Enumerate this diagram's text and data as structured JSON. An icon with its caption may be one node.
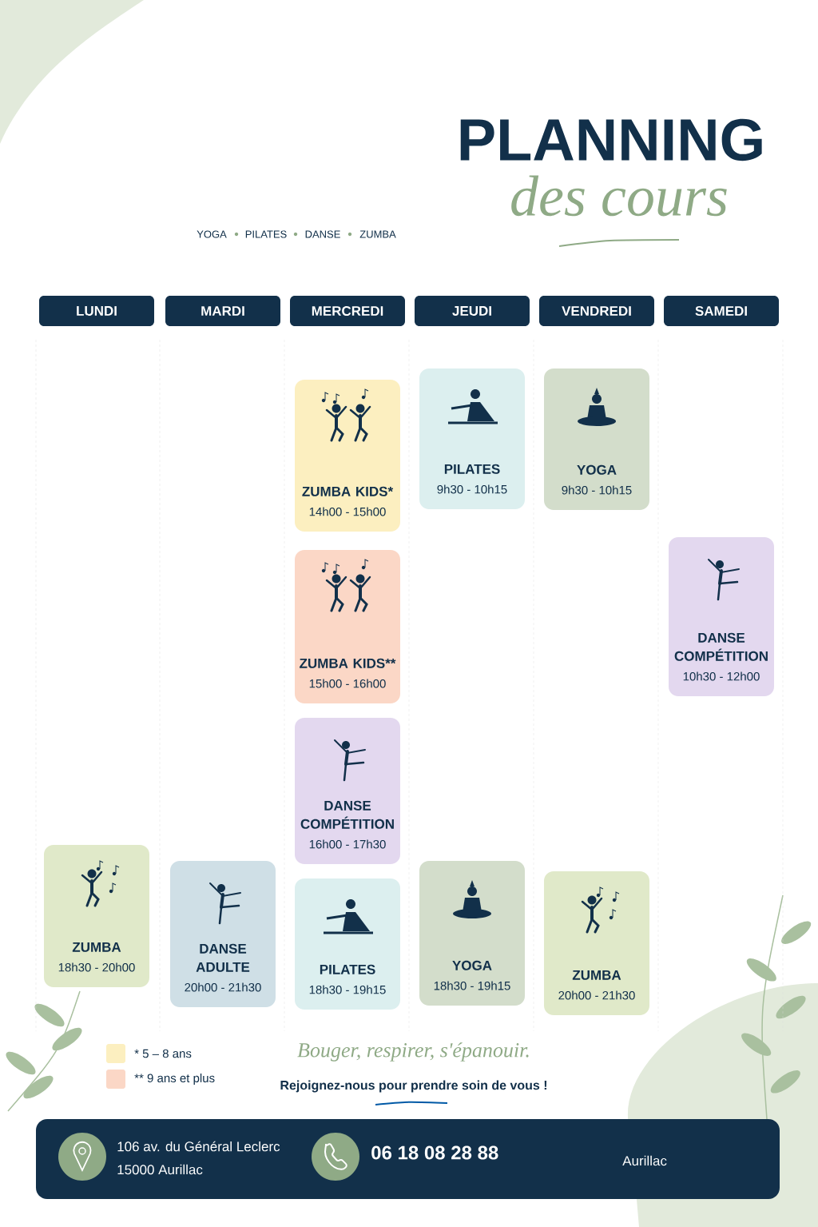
{
  "diagram": {
    "title": "PLANNING",
    "nodes": [
      {
        "text": [
          "LUNDI"
        ]
      },
      {
        "text": [
          "MARDI"
        ]
      },
      {
        "text": [
          "MERCREDI"
        ]
      },
      {
        "text": [
          "JEUDI"
        ]
      },
      {
        "text": [
          "VENDREDI"
        ]
      },
      {
        "text": [
          "SAMEDI"
        ]
      },
      {
        "text": [
          "ZUMBA KIDS*",
          "14h00 - 15h00"
        ]
      },
      {
        "text": [
          "PILATES",
          "9h30 - 10h15"
        ]
      },
      {
        "text": [
          "YOGA",
          "9h30 - 10h15"
        ]
      },
      {
        "text": [
          "DANSE COMPÉTITION",
          "10h30 - 12h00"
        ]
      },
      {
        "text": [
          "ZUMBA KIDS**",
          "15h00 - 16h00"
        ]
      },
      {
        "text": [
          "DANSE COMPÉTITION",
          "16h00 - 17h30"
        ]
      },
      {
        "text": [
          "ZUMBA",
          "18h30 - 20h00"
        ]
      },
      {
        "text": [
          "DANSE ADULTE",
          "20h00 - 21h30"
        ]
      },
      {
        "text": [
          "PILATES",
          "18h30 - 19h15"
        ]
      },
      {
        "text": [
          "YOGA",
          "18h30 - 19h15"
        ]
      },
      {
        "text": [
          "ZUMBA",
          "20h00 - 21h30"
        ]
      }
    ],
    "labels": [
      "des cours",
      "YOGA",
      "PILATES",
      "DANSE",
      "ZUMBA",
      "Bouger, respirer, s'épanouir.",
      "Rejoignez-nous pour prendre soin de vous !",
      "106 av. du Général Leclerc",
      "15000 Aurillac",
      "06 18 08 28 88",
      "Aurillac"
    ],
    "legend": [
      {
        "text": "* 5 – 8 ans",
        "color": "#fcefc0"
      },
      {
        "text": "** 9 ans et plus",
        "color": "#fbd7c6"
      }
    ]
  }
}
